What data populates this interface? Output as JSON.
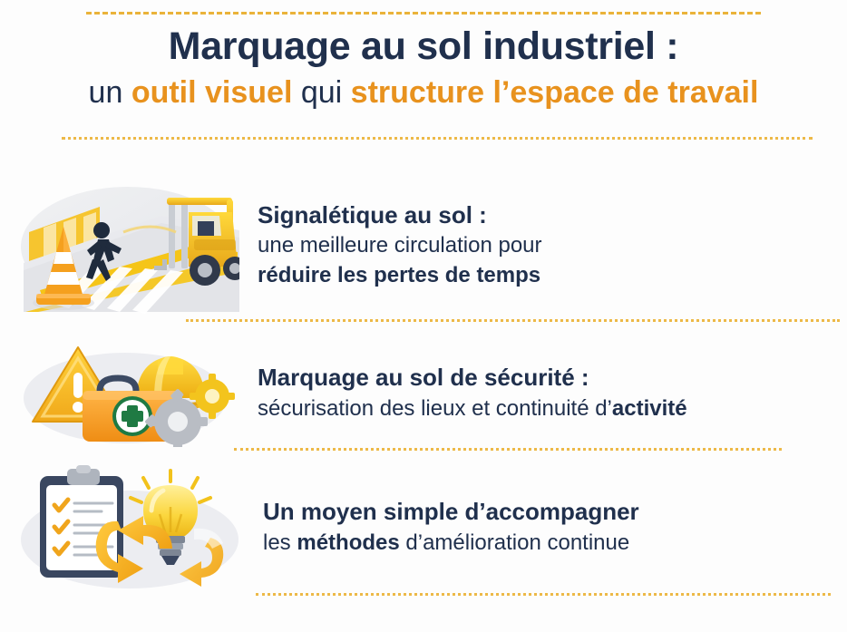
{
  "colors": {
    "navy": "#20304d",
    "orange": "#e8921e",
    "gold_dash": "#eab33a",
    "background": "#fdfdfd",
    "cone_orange": "#f5a01e",
    "helmet_yellow": "#f2c300",
    "forklift_yellow": "#f5c518",
    "green_cross": "#1f7a43",
    "grey": "#b9bdc4"
  },
  "header": {
    "title_line1": "Marquage au sol industriel :",
    "line2_segments": [
      {
        "text": "un ",
        "style": "plain"
      },
      {
        "text": "outil visuel",
        "style": "accent"
      },
      {
        "text": " qui ",
        "style": "plain"
      },
      {
        "text": "structure l’espace de travail",
        "style": "accent"
      }
    ],
    "line2_plain_1": "un ",
    "line2_accent_1": "outil visuel",
    "line2_plain_2": " qui ",
    "line2_accent_2": "structure l’espace de travail"
  },
  "rows": [
    {
      "illustration": "forklift-pedestrian-crosswalk-illustration",
      "illustration_parts": [
        "traffic-cone-icon",
        "pedestrian-icon",
        "forklift-icon",
        "crosswalk-stripes",
        "yellow-floor-line"
      ],
      "heading": "Signalétique au sol :",
      "body": "une meilleure circulation pour",
      "body_strong": "réduire les pertes de temps"
    },
    {
      "illustration": "safety-equipment-illustration",
      "illustration_parts": [
        "warning-triangle-icon",
        "hard-hat-icon",
        "first-aid-kit-icon",
        "gear-icon"
      ],
      "heading": "Marquage au sol de sécurité :",
      "body_prefix": "sécurisation des lieux et continuité d’",
      "body_strong_inline": "activité"
    },
    {
      "illustration": "continuous-improvement-illustration",
      "illustration_parts": [
        "clipboard-checklist-icon",
        "lightbulb-icon",
        "cycle-arrows-icon"
      ],
      "heading": "Un moyen simple d’accompagner",
      "body_prefix": "les ",
      "body_strong_inline": "méthodes",
      "body_suffix": " d’amélioration continue"
    }
  ]
}
